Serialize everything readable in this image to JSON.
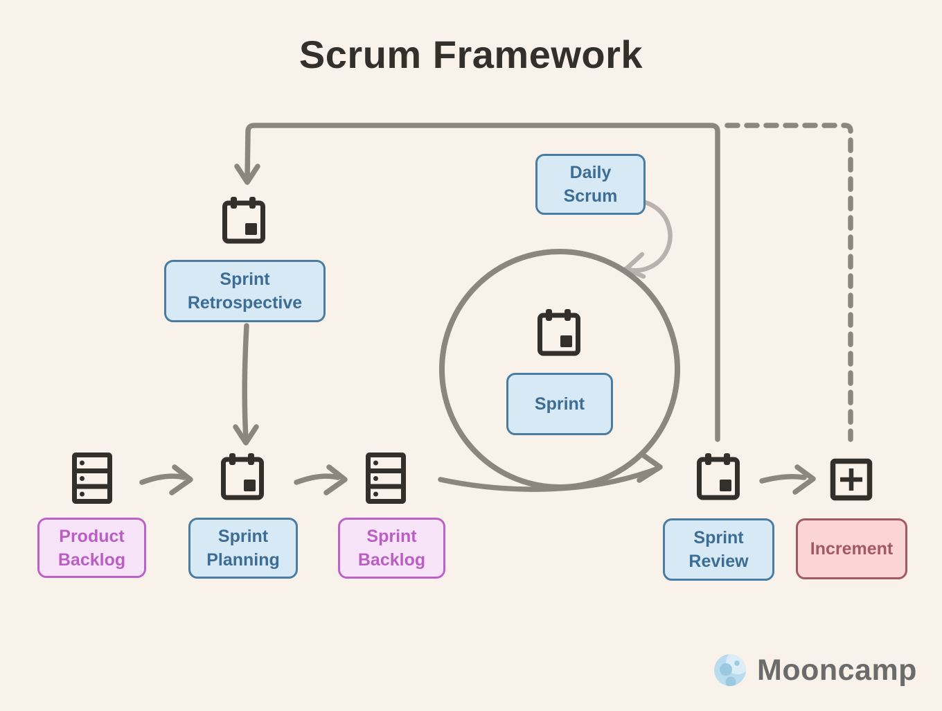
{
  "title": "Scrum Framework",
  "colors": {
    "background": "#f8f2ea",
    "ink": "#33302b",
    "arrow": "#8b867e",
    "arrow_light": "#b7b2ab",
    "blue_fill": "#d8e9f6",
    "blue_border": "#4a7ca1",
    "blue_text": "#3c6d94",
    "pink_fill": "#f8e4f9",
    "pink_border": "#bb62c6",
    "pink_text": "#ba5ec4",
    "red_fill": "#fbd4d5",
    "red_border": "#a35960",
    "red_text": "#a35960",
    "logo_text": "#6b6b6b",
    "moon_base": "#b9dcee",
    "moon_patch": "#ddedf7",
    "moon_crater": "#9bc9e0"
  },
  "nodes": [
    {
      "id": "daily-scrum",
      "label_lines": [
        "Daily",
        "Scrum"
      ],
      "variant": "blue",
      "icon": "none"
    },
    {
      "id": "sprint-retrospective",
      "label_lines": [
        "Sprint",
        "Retrospective"
      ],
      "variant": "blue",
      "icon": "calendar"
    },
    {
      "id": "sprint",
      "label_lines": [
        "Sprint"
      ],
      "variant": "blue",
      "icon": "calendar"
    },
    {
      "id": "product-backlog",
      "label_lines": [
        "Product",
        "Backlog"
      ],
      "variant": "pink",
      "icon": "stack"
    },
    {
      "id": "sprint-planning",
      "label_lines": [
        "Sprint",
        "Planning"
      ],
      "variant": "blue",
      "icon": "calendar"
    },
    {
      "id": "sprint-backlog",
      "label_lines": [
        "Sprint",
        "Backlog"
      ],
      "variant": "pink",
      "icon": "stack"
    },
    {
      "id": "sprint-review",
      "label_lines": [
        "Sprint",
        "Review"
      ],
      "variant": "blue",
      "icon": "calendar"
    },
    {
      "id": "increment",
      "label_lines": [
        "Increment"
      ],
      "variant": "red",
      "icon": "plus-square"
    }
  ],
  "edges": [
    {
      "from": "product-backlog",
      "to": "sprint-planning",
      "style": "solid-arrow"
    },
    {
      "from": "sprint-planning",
      "to": "sprint-backlog",
      "style": "solid-arrow"
    },
    {
      "from": "sprint-backlog",
      "to": "sprint-review",
      "style": "solid-arrow-through-sprint-loop"
    },
    {
      "from": "sprint-review",
      "to": "increment",
      "style": "solid-arrow"
    },
    {
      "from": "sprint-review",
      "to": "sprint-retrospective",
      "style": "solid-elbow-arrow-top"
    },
    {
      "from": "sprint-retrospective",
      "to": "sprint-planning",
      "style": "solid-arrow-down"
    },
    {
      "from": "sprint-review",
      "to": "increment",
      "style": "dashed-elbow-top"
    },
    {
      "from": "daily-scrum",
      "to": "daily-scrum",
      "style": "self-loop"
    },
    {
      "from": "sprint",
      "to": "sprint",
      "style": "cycle-circle"
    }
  ],
  "logo": {
    "text": "Mooncamp"
  }
}
